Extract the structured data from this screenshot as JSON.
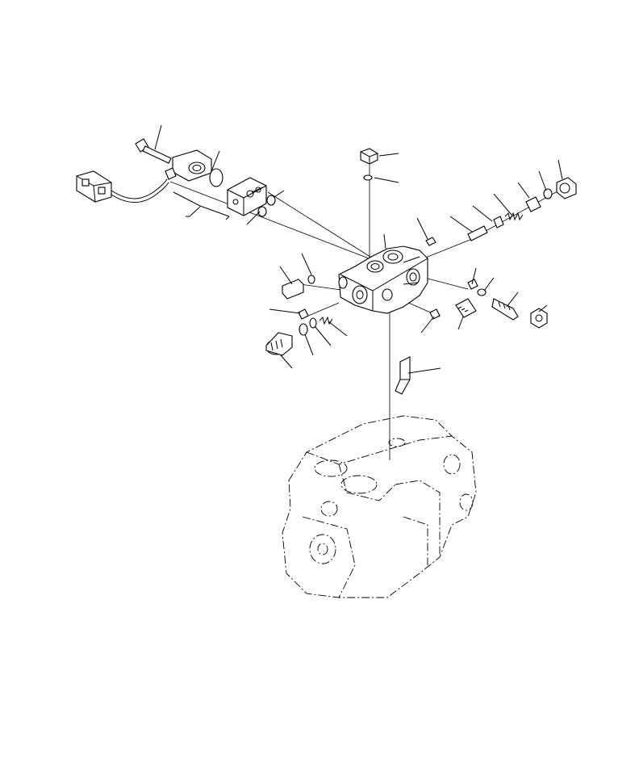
{
  "drawing": {
    "background_color": "#ffffff",
    "line_color": "#000000",
    "parts": [
      "solenoid-valve",
      "connector",
      "mounting-bolt",
      "valve-block",
      "o-ring",
      "plug",
      "spool",
      "spring",
      "nut",
      "bracket",
      "pump-housing"
    ]
  }
}
